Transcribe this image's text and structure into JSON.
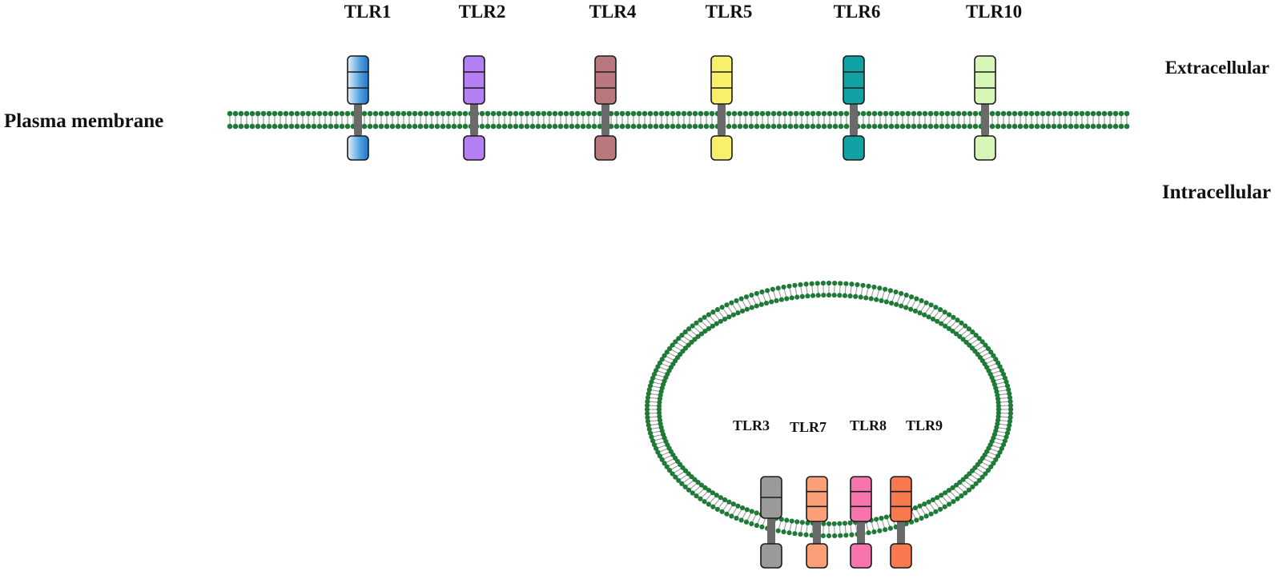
{
  "labels": {
    "plasma_membrane": "Plasma membrane",
    "extracellular": "Extracellular",
    "intracellular": "Intracellular"
  },
  "surface_receptors": [
    {
      "name": "TLR1",
      "color": "#3a8fd6",
      "gradient": true
    },
    {
      "name": "TLR2",
      "color": "#b47ef5"
    },
    {
      "name": "TLR4",
      "color": "#b9787e"
    },
    {
      "name": "TLR5",
      "color": "#f8f06a"
    },
    {
      "name": "TLR6",
      "color": "#11a3a3"
    },
    {
      "name": "TLR10",
      "color": "#d6f5b6"
    }
  ],
  "endosomal_receptors": [
    {
      "name": "TLR3",
      "color": "#9a9a9a"
    },
    {
      "name": "TLR7",
      "color": "#fb9f78"
    },
    {
      "name": "TLR8",
      "color": "#f774ac"
    },
    {
      "name": "TLR9",
      "color": "#f8794e"
    }
  ],
  "colors": {
    "lipid_head": "#1f7a38",
    "lipid_tail": "#9a9a9a",
    "transmembrane": "#6a6a6a",
    "outline": "#1a1a1a",
    "text": "#111111"
  }
}
